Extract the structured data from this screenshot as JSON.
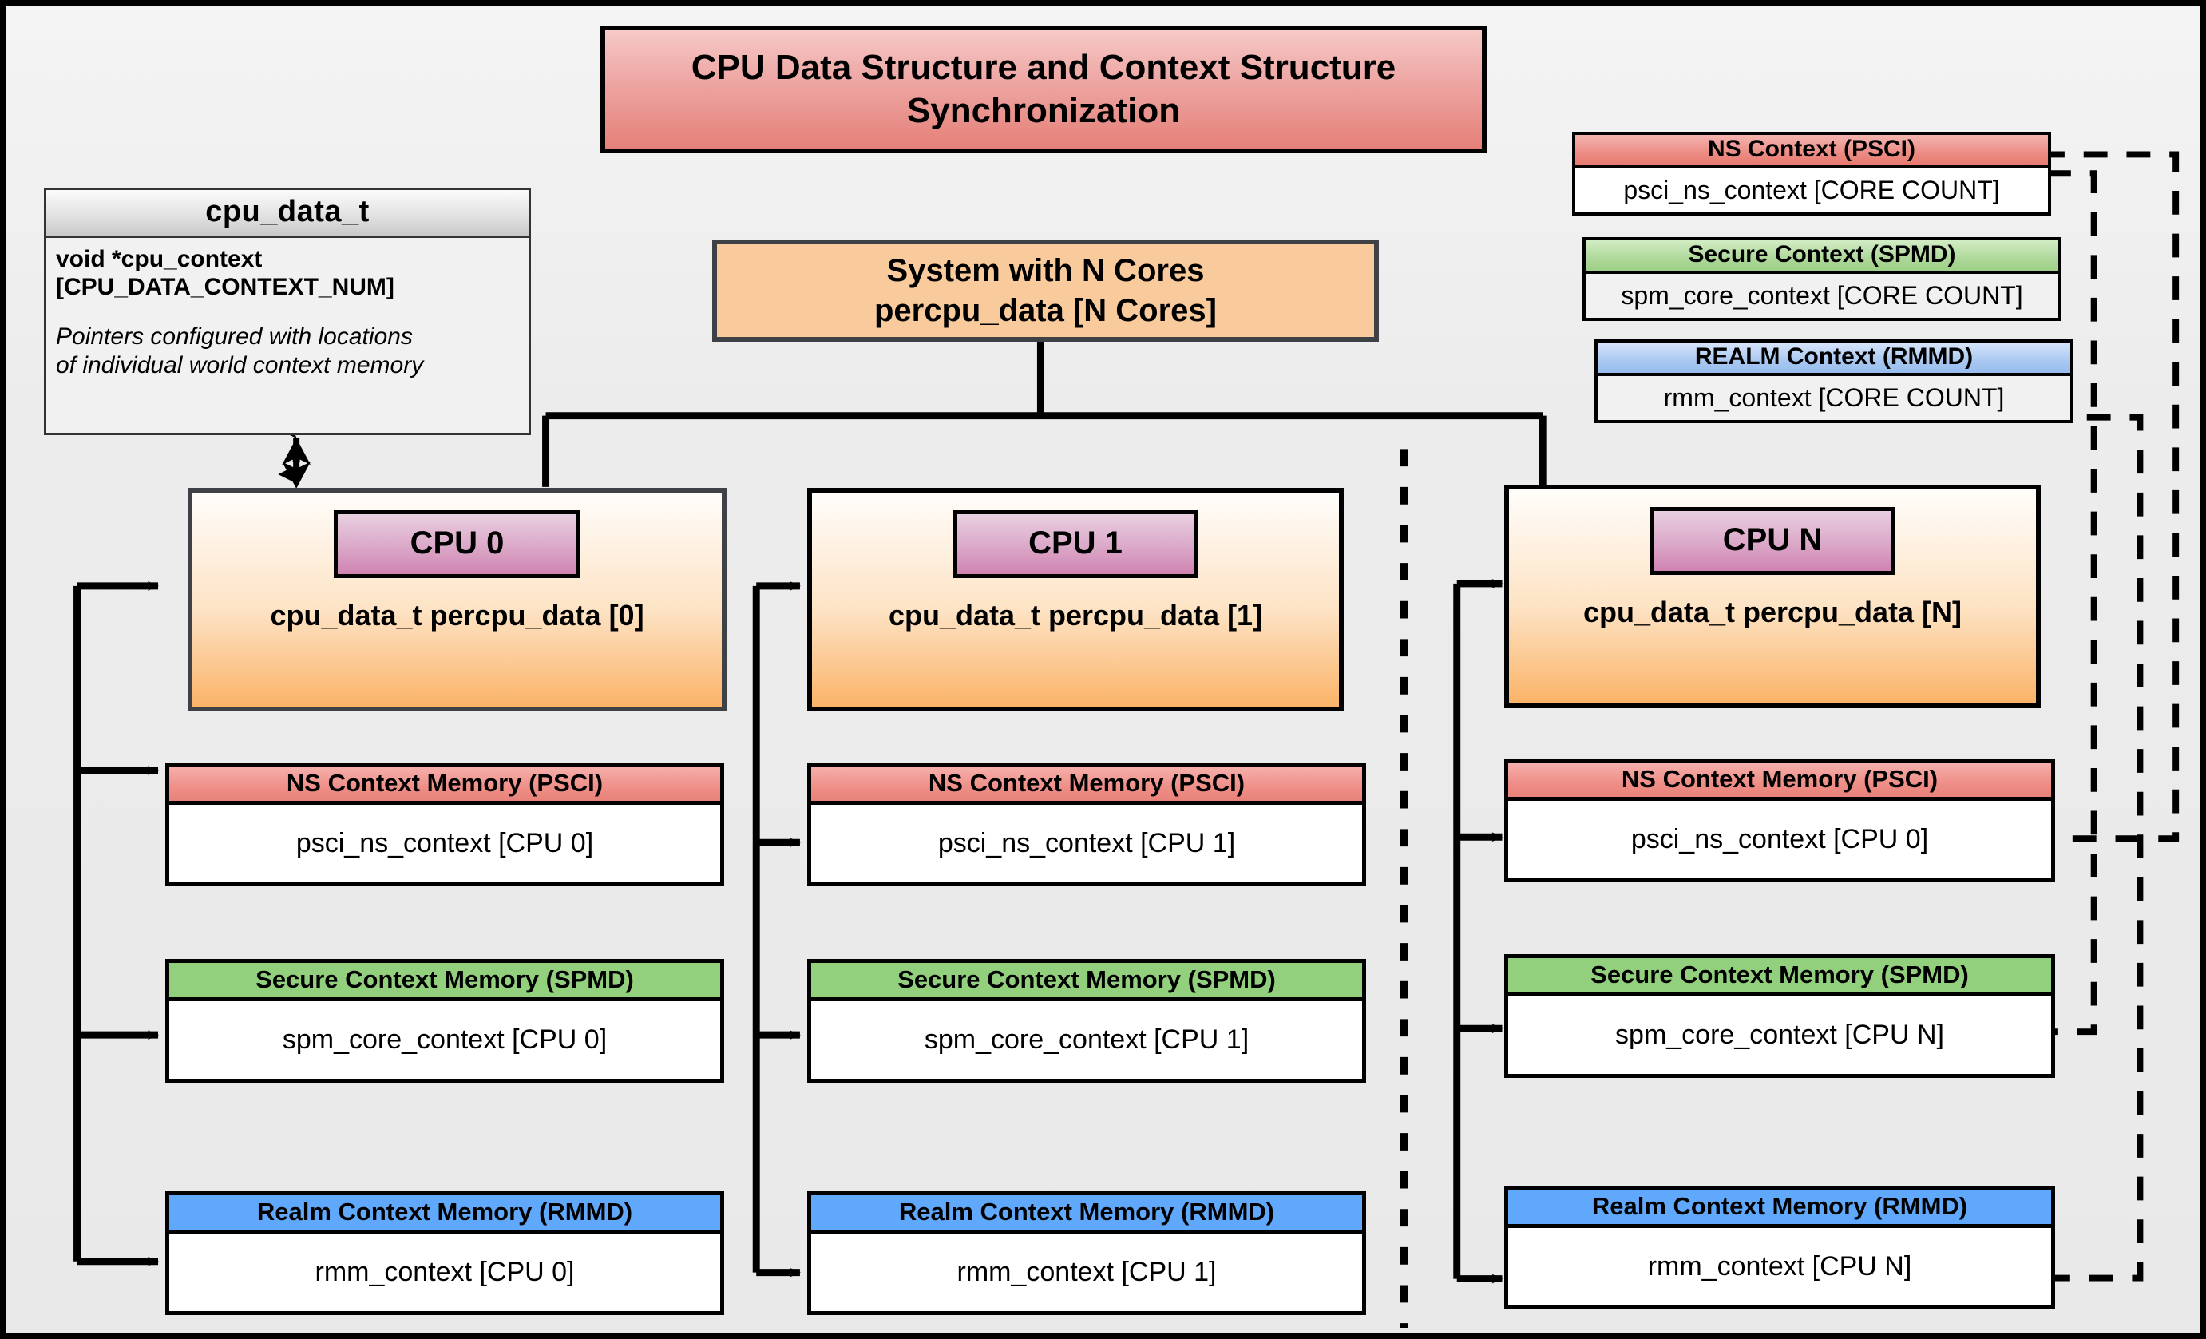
{
  "diagram": {
    "title": "CPU Data Structure and Context Structure Synchronization",
    "system": {
      "line1": "System with N Cores",
      "line2": "percpu_data [N Cores]"
    },
    "struct": {
      "name": "cpu_data_t",
      "decl_line1": "void  *cpu_context",
      "decl_line2": "[CPU_DATA_CONTEXT_NUM]",
      "note_line1": "Pointers configured with locations",
      "note_line2": "of individual world context memory"
    },
    "legend": [
      {
        "title": "NS Context  (PSCI)",
        "value": "psci_ns_context [CORE COUNT]",
        "color": "#e8796f",
        "kind": "ns"
      },
      {
        "title": "Secure Context (SPMD)",
        "value": "spm_core_context [CORE COUNT]",
        "color": "#9ed086",
        "kind": "secure"
      },
      {
        "title": "REALM Context (RMMD)",
        "value": "rmm_context [CORE COUNT]",
        "color": "#97bdee",
        "kind": "realm"
      }
    ],
    "cpus": [
      {
        "chip": "CPU 0",
        "caption": "cpu_data_t percpu_data [0]",
        "contexts": [
          {
            "title": "NS Context Memory (PSCI)",
            "value": "psci_ns_context [CPU 0]",
            "kind": "ns"
          },
          {
            "title": "Secure Context Memory (SPMD)",
            "value": "spm_core_context [CPU 0]",
            "kind": "secure"
          },
          {
            "title": "Realm Context Memory (RMMD)",
            "value": "rmm_context [CPU 0]",
            "kind": "realm"
          }
        ]
      },
      {
        "chip": "CPU 1",
        "caption": "cpu_data_t percpu_data [1]",
        "contexts": [
          {
            "title": "NS Context Memory (PSCI)",
            "value": "psci_ns_context [CPU 1]",
            "kind": "ns"
          },
          {
            "title": "Secure Context Memory (SPMD)",
            "value": "spm_core_context [CPU 1]",
            "kind": "secure"
          },
          {
            "title": "Realm Context Memory (RMMD)",
            "value": "rmm_context [CPU 1]",
            "kind": "realm"
          }
        ]
      },
      {
        "chip": "CPU N",
        "caption": "cpu_data_t percpu_data [N]",
        "contexts": [
          {
            "title": "NS Context Memory (PSCI)",
            "value": "psci_ns_context [CPU 0]",
            "kind": "ns"
          },
          {
            "title": "Secure Context Memory (SPMD)",
            "value": "spm_core_context [CPU N]",
            "kind": "secure"
          },
          {
            "title": "Realm Context Memory (RMMD)",
            "value": "rmm_context [CPU N]",
            "kind": "realm"
          }
        ]
      }
    ],
    "colors": {
      "canvas": "#ebebeb",
      "title_fill": "#e58078",
      "system_fill": "#f9cb9c",
      "cpu_fill": "#fbb368",
      "chip_fill": "#d083b2",
      "ns": "#e8796f",
      "secure": "#9ed086",
      "realm": "#5fa8fb"
    }
  }
}
